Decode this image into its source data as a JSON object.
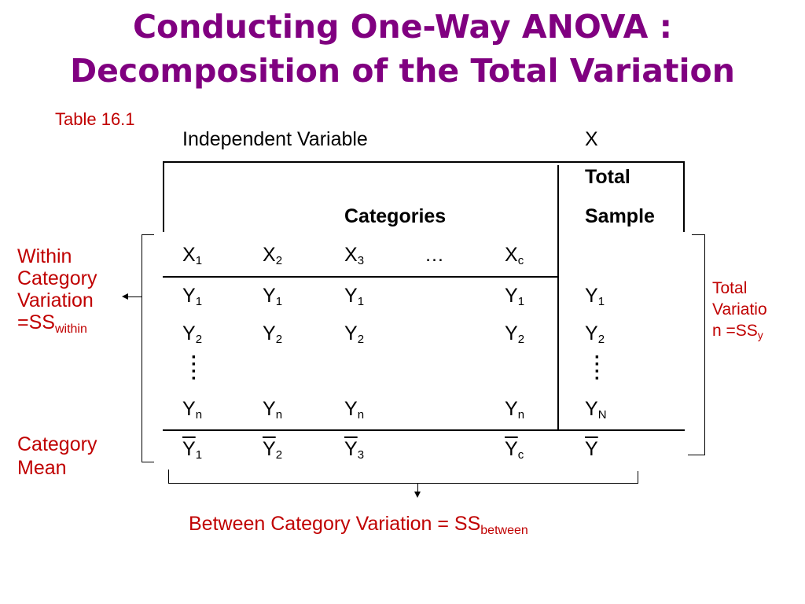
{
  "slide": {
    "title_line1": "Conducting One-Way ANOVA :",
    "title_line2": "Decomposition of the Total Variation",
    "table_label": "Table 16.1",
    "colors": {
      "title": "#800080",
      "annotation": "#c00000",
      "text": "#000000"
    }
  },
  "table": {
    "independent_variable_label": "Independent Variable",
    "variable_symbol": "X",
    "total_label": "Total",
    "categories_label": "Categories",
    "sample_label": "Sample",
    "header_row": [
      {
        "base": "X",
        "sub": "1"
      },
      {
        "base": "X",
        "sub": "2"
      },
      {
        "base": "X",
        "sub": "3"
      },
      {
        "base": "…",
        "sub": ""
      },
      {
        "base": "X",
        "sub": "c"
      }
    ],
    "row1": [
      {
        "base": "Y",
        "sub": "1"
      },
      {
        "base": "Y",
        "sub": "1"
      },
      {
        "base": "Y",
        "sub": "1"
      },
      {
        "base": "Y",
        "sub": "1"
      },
      {
        "base": "Y",
        "sub": "1"
      }
    ],
    "row2": [
      {
        "base": "Y",
        "sub": "2"
      },
      {
        "base": "Y",
        "sub": "2"
      },
      {
        "base": "Y",
        "sub": "2"
      },
      {
        "base": "Y",
        "sub": "2"
      },
      {
        "base": "Y",
        "sub": "2"
      }
    ],
    "rown": [
      {
        "base": "Y",
        "sub": "n"
      },
      {
        "base": "Y",
        "sub": "n"
      },
      {
        "base": "Y",
        "sub": "n"
      },
      {
        "base": "Y",
        "sub": "n"
      },
      {
        "base": "Y",
        "sub": "N"
      }
    ],
    "mean_row": [
      {
        "base": "Y",
        "sub": "1"
      },
      {
        "base": "Y",
        "sub": "2"
      },
      {
        "base": "Y",
        "sub": "3"
      },
      {
        "base": "Y",
        "sub": "c"
      },
      {
        "base": "Y",
        "sub": ""
      }
    ]
  },
  "annotations": {
    "within_line1": "Within",
    "within_line2": "Category",
    "within_line3": "Variation",
    "within_line4": "=SS",
    "within_sub": "within",
    "mean_line1": "Category",
    "mean_line2": "Mean",
    "total_line1": "Total",
    "total_line2": "Variatio",
    "total_line3": "n =SS",
    "total_sub": "y",
    "between_text": "Between Category Variation = SS",
    "between_sub": "between"
  }
}
